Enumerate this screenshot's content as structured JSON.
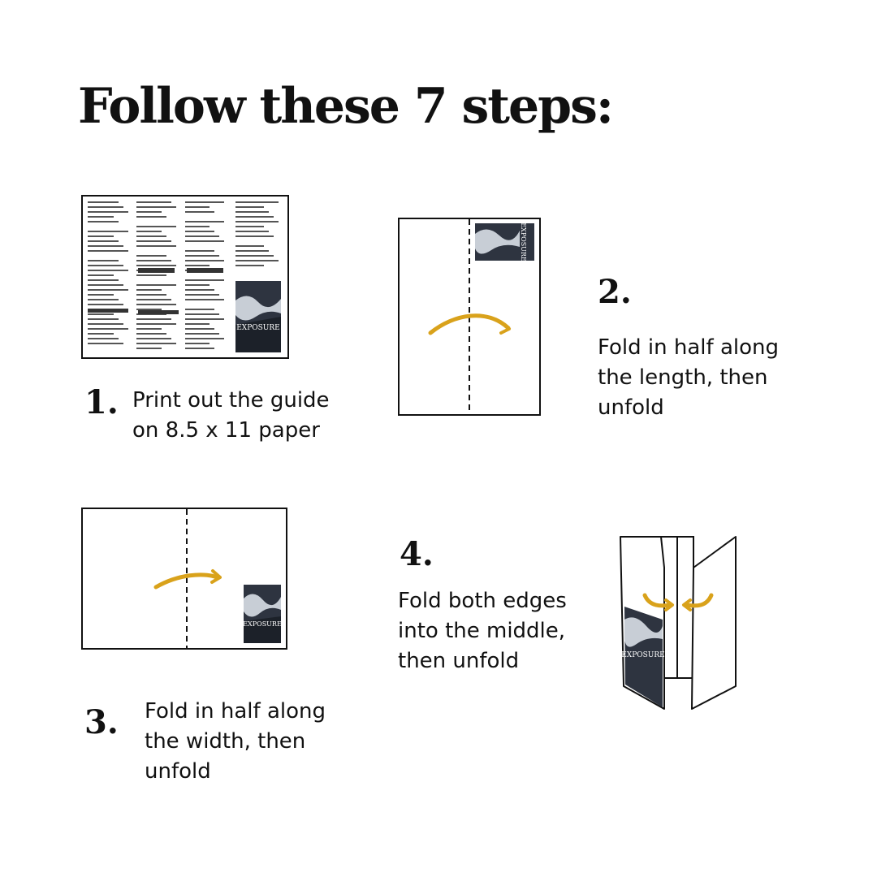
{
  "title": "Follow these 7 steps:",
  "accent_color": "#d9a21b",
  "cover_label": "EXPOSURE",
  "steps": [
    {
      "number": "1.",
      "text": "Print out the guide on 8.5 x 11 paper",
      "icon": "printed-guide-sheet"
    },
    {
      "number": "2.",
      "text": "Fold in half along the length, then unfold",
      "icon": "fold-lengthwise"
    },
    {
      "number": "3.",
      "text": "Fold in half along the width, then unfold",
      "icon": "fold-widthwise"
    },
    {
      "number": "4.",
      "text": "Fold both edges into the middle, then unfold",
      "icon": "gatefold"
    }
  ]
}
